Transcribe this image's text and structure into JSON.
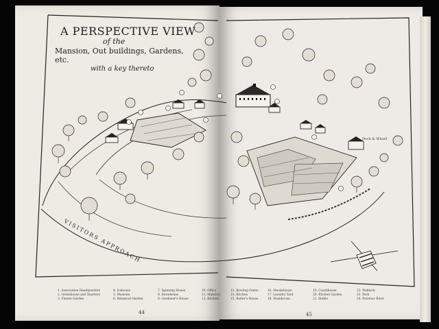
{
  "title": {
    "line1": "A PERSPECTIVE VIEW",
    "line2": "of the",
    "line3": "Mansion, Out buildings, Gardens, etc.",
    "line4": "with a key thereto"
  },
  "labels": {
    "approach": "VISITORS APPROACH",
    "dock": "Dock & Wharf"
  },
  "key_columns": [
    [
      "1. Association Headquarters",
      "2. Greenhouse and Quarters",
      "3. Flower Garden"
    ],
    [
      "4. Icehouse",
      "5. Museum",
      "6. Botanical Garden"
    ],
    [
      "7. Spinning House",
      "8. Storehouse",
      "9. Gardener's House"
    ],
    [
      "10. Office",
      "11. Mansion",
      "12. Kitchen"
    ],
    [
      "13. Bowling Green",
      "14. Kitchen",
      "15. Butler's House"
    ],
    [
      "16. Smokehouse",
      "17. Laundry Yard",
      "18. Washhouse"
    ],
    [
      "19. Coachhouse",
      "20. Kitchen Garden",
      "21. Stable"
    ],
    [
      "22. Paddock",
      "23. Park",
      "24. Potomac River"
    ]
  ],
  "page_numbers": {
    "left": "44",
    "right": "45"
  }
}
